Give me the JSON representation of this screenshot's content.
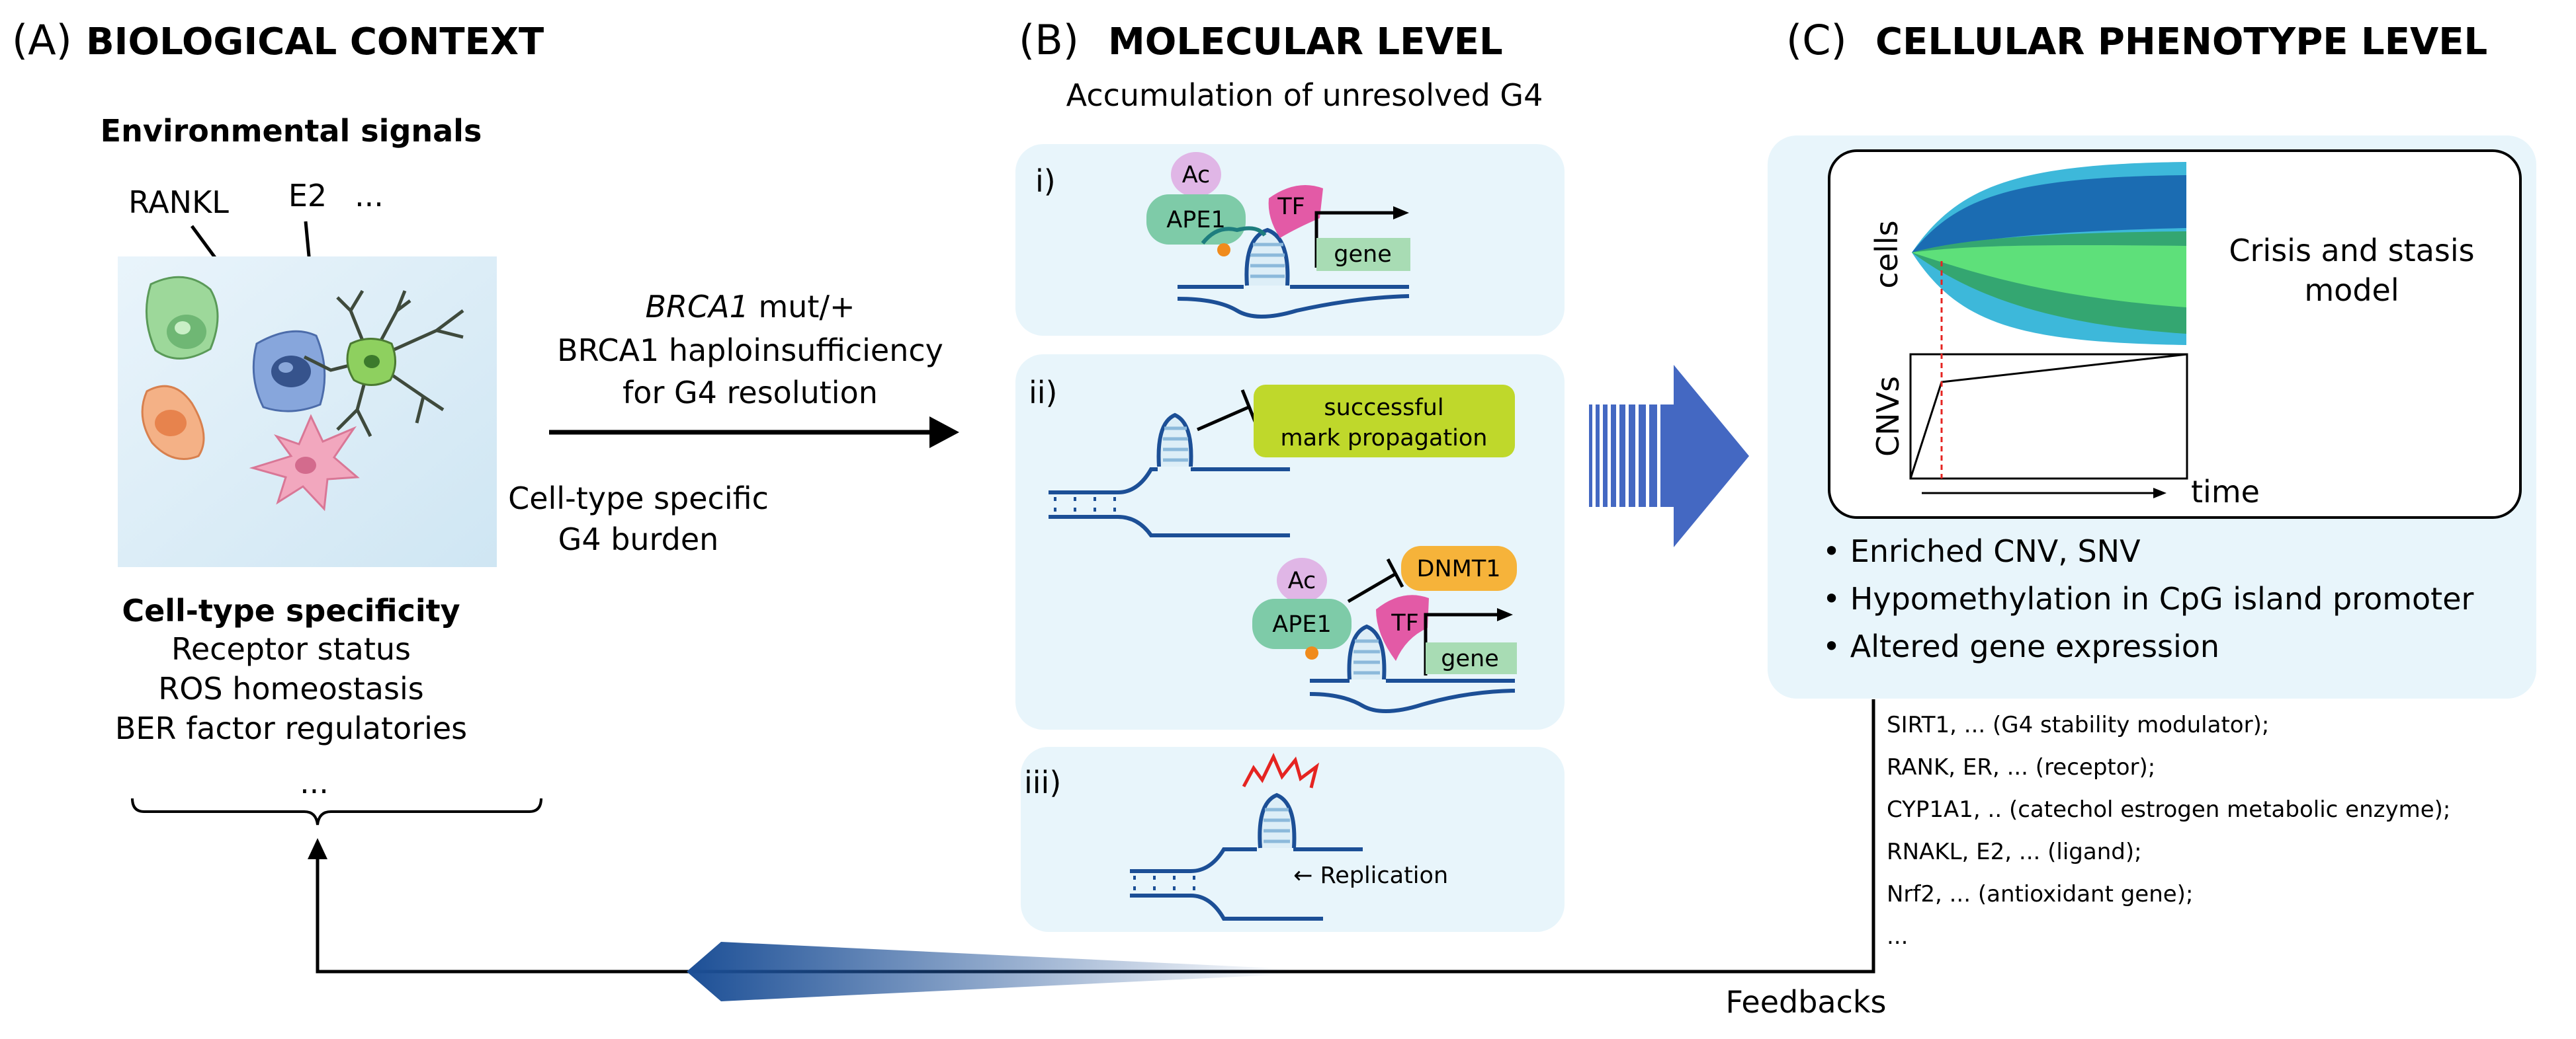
{
  "panel_a": {
    "label": "(A)",
    "title": "BIOLOGICAL CONTEXT",
    "env_heading": "Environmental signals",
    "signals": [
      "RANKL",
      "E2",
      "..."
    ],
    "specificity_heading": "Cell-type specificity",
    "specificity_items": [
      "Receptor status",
      "ROS homeostasis",
      "BER factor regulatories",
      "..."
    ]
  },
  "middle": {
    "line1_italic": "BRCA1",
    "line1_rest": " mut/+",
    "line2": "BRCA1 haploinsufficiency",
    "line3": "for G4 resolution",
    "burden_line1": "Cell-type specific",
    "burden_line2": "G4 burden"
  },
  "panel_b": {
    "label": "(B)",
    "title": "MOLECULAR LEVEL",
    "subtitle": "Accumulation of unresolved G4",
    "box1": {
      "numeral": "i)",
      "ac": "Ac",
      "ape1": "APE1",
      "tf": "TF",
      "gene": "gene"
    },
    "box2": {
      "numeral": "ii)",
      "mark_line1": "successful",
      "mark_line2": "mark propagation",
      "dnmt1": "DNMT1",
      "ac": "Ac",
      "ape1": "APE1",
      "tf": "TF",
      "gene": "gene"
    },
    "box3": {
      "numeral": "iii)",
      "replication": "← Replication"
    }
  },
  "panel_c": {
    "label": "(C)",
    "title": "CELLULAR PHENOTYPE LEVEL",
    "model": {
      "ylabel_top": "cells",
      "ylabel_bottom": "CNVs",
      "xlabel": "time",
      "caption_line1": "Crisis and stasis",
      "caption_line2": "model"
    },
    "bullets": [
      "Enriched CNV, SNV",
      "Hypomethylation in CpG island promoter",
      "Altered gene expression"
    ],
    "genes": [
      "SIRT1, ... (G4 stability modulator);",
      "RANK, ER, ... (receptor);",
      "CYP1A1, .. (catechol estrogen metabolic enzyme);",
      "RNAKL, E2, ... (ligand);",
      "Nrf2, ... (antioxidant gene);",
      "..."
    ],
    "feedback": "Feedbacks"
  },
  "colors": {
    "light_blue_box": "#e8f5fb",
    "dna_blue": "#1c4f96",
    "arrow_blue": "#4468c2",
    "ape1_green": "#7ecba8",
    "ac_purple": "#e0b6e6",
    "tf_pink": "#e35aa6",
    "gene_green": "#a8dcb4",
    "mark_green": "#bfd82b",
    "dnmt1_orange": "#f6b33a"
  }
}
